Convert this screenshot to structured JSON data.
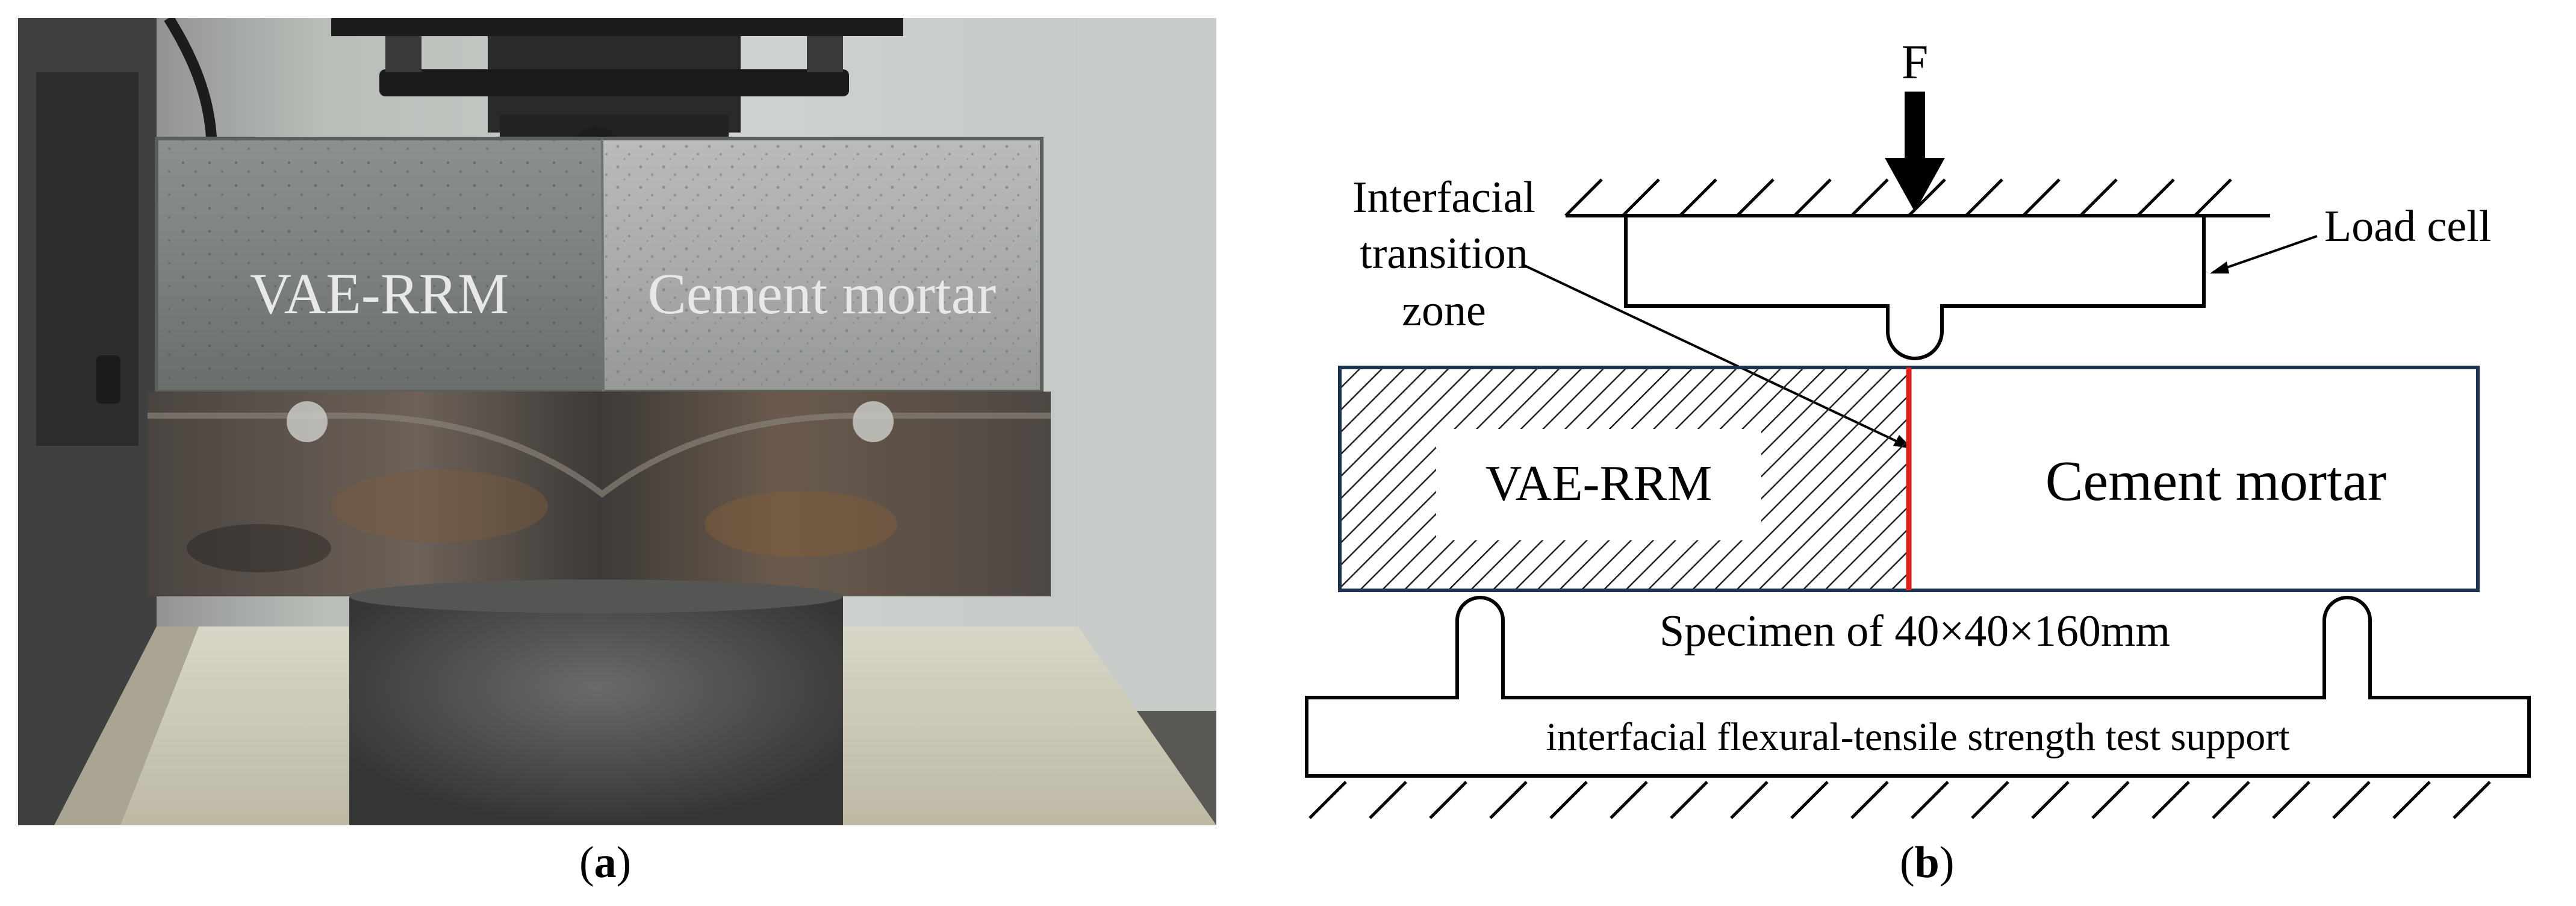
{
  "panel_a": {
    "caption_open": "(",
    "caption_letter": "a",
    "caption_close": ")",
    "photo_labels": {
      "left_material": "VAE-RRM",
      "right_material": "Cement mortar"
    }
  },
  "panel_b": {
    "caption_open": "(",
    "caption_letter": "b",
    "caption_close": ")",
    "force_label": "F",
    "load_cell_label": "Load cell",
    "itz_label_line1": "Interfacial",
    "itz_label_line2": "transition",
    "itz_label_line3": "zone",
    "left_material": "VAE-RRM",
    "right_material": "Cement mortar",
    "specimen_label": "Specimen of 40×40×160mm",
    "support_label": "interfacial flexural-tensile strength test support",
    "colors": {
      "interface_line": "#e0201c",
      "specimen_border": "#1b3350",
      "hatch": "#222222"
    }
  }
}
